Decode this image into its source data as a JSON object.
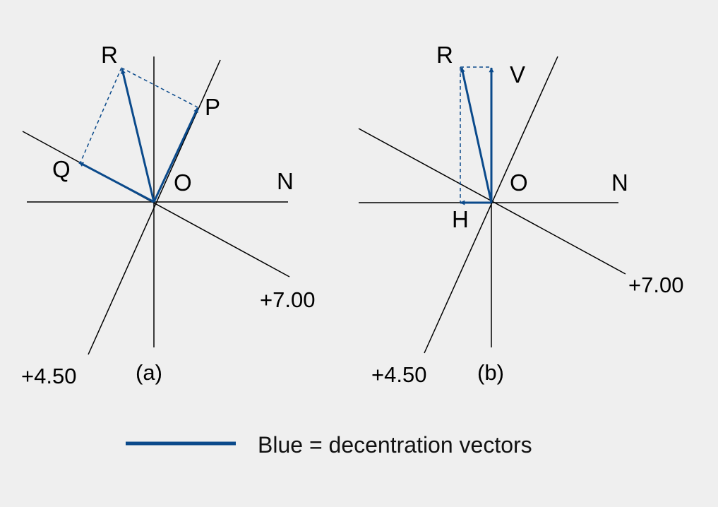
{
  "colors": {
    "background": "#efefef",
    "axis": "#000000",
    "vector": "#0b4a8b"
  },
  "diagram_a": {
    "caption": "(a)",
    "labels": {
      "R": "R",
      "P": "P",
      "Q": "Q",
      "O": "O",
      "N": "N",
      "meridian_1": "+7.00",
      "meridian_2": "+4.50"
    }
  },
  "diagram_b": {
    "caption": "(b)",
    "labels": {
      "R": "R",
      "V": "V",
      "H": "H",
      "O": "O",
      "N": "N",
      "meridian_1": "+7.00",
      "meridian_2": "+4.50"
    }
  },
  "legend": {
    "text": "Blue = decentration vectors"
  }
}
